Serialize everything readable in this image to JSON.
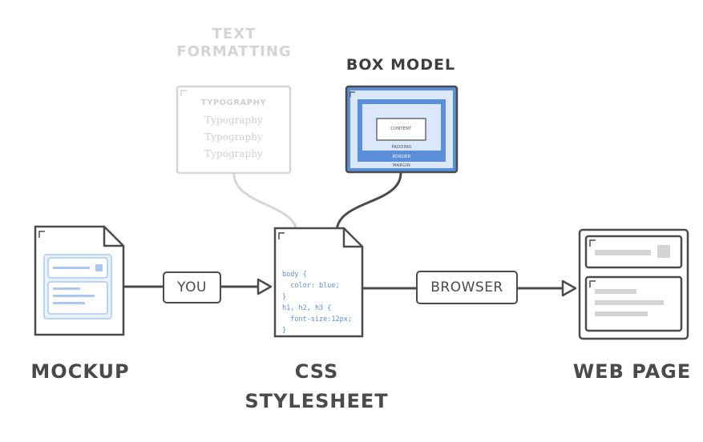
{
  "labels": {
    "text_formatting_line1": "TEXT",
    "text_formatting_line2": "FORMATTING",
    "box_model": "BOX MODEL",
    "mockup": "MOCKUP",
    "css_line1": "CSS",
    "css_line2": "STYLESHEET",
    "web_page": "WEB PAGE"
  },
  "edges": {
    "you": "YOU",
    "browser": "BROWSER"
  },
  "typography_card": {
    "heading": "TYPOGRAPHY",
    "lines": [
      "Typography",
      "Typography",
      "Typography"
    ]
  },
  "box_model_card": {
    "content": "CONTENT",
    "padding": "PADDING",
    "border": "BORDER",
    "margin": "MARGIN"
  },
  "css_code": [
    "body {",
    "  color: blue;",
    "}",
    "h1, h2, h3 {",
    "  font-size:12px;",
    "}"
  ],
  "colors": {
    "outline": "#4b4b4b",
    "faded": "#d6d6d6",
    "accent_blue": "#5b8fd9",
    "light_blue": "#dbe8fb",
    "mid_blue": "#aac8f0",
    "gray_bar": "#d3d3d3"
  }
}
